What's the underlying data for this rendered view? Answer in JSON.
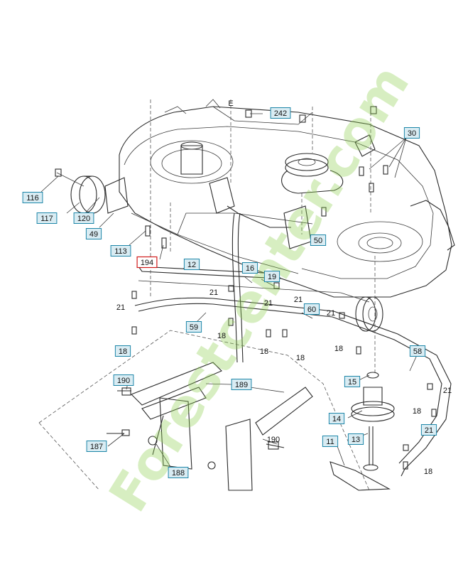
{
  "parts": [
    {
      "id": "p116",
      "text": "116",
      "boxed": true
    },
    {
      "id": "p117",
      "text": "117",
      "boxed": true
    },
    {
      "id": "p120",
      "text": "120",
      "boxed": true
    },
    {
      "id": "p49",
      "text": "49",
      "boxed": true
    },
    {
      "id": "p113",
      "text": "113",
      "boxed": true
    },
    {
      "id": "p194",
      "text": "194",
      "boxed": true,
      "highlight": true
    },
    {
      "id": "p12",
      "text": "12",
      "boxed": true
    },
    {
      "id": "p16",
      "text": "16",
      "boxed": true
    },
    {
      "id": "p19",
      "text": "19",
      "boxed": true
    },
    {
      "id": "p21a",
      "text": "21",
      "boxed": false
    },
    {
      "id": "p21b",
      "text": "21",
      "boxed": false
    },
    {
      "id": "p21c",
      "text": "21",
      "boxed": false
    },
    {
      "id": "p21d",
      "text": "21",
      "boxed": false
    },
    {
      "id": "p21e",
      "text": "21",
      "boxed": false
    },
    {
      "id": "p21f",
      "text": "21",
      "boxed": false
    },
    {
      "id": "p21g",
      "text": "21",
      "boxed": true
    },
    {
      "id": "p59",
      "text": "59",
      "boxed": true
    },
    {
      "id": "p60",
      "text": "60",
      "boxed": true
    },
    {
      "id": "p18a",
      "text": "18",
      "boxed": false
    },
    {
      "id": "p18b",
      "text": "18",
      "boxed": true
    },
    {
      "id": "p18c",
      "text": "18",
      "boxed": false
    },
    {
      "id": "p18d",
      "text": "18",
      "boxed": false
    },
    {
      "id": "p18e",
      "text": "18",
      "boxed": false
    },
    {
      "id": "p18f",
      "text": "18",
      "boxed": false
    },
    {
      "id": "p18g",
      "text": "18",
      "boxed": false
    },
    {
      "id": "p242",
      "text": "242",
      "boxed": true
    },
    {
      "id": "p30",
      "text": "30",
      "boxed": true
    },
    {
      "id": "p50",
      "text": "50",
      "boxed": true
    },
    {
      "id": "p58",
      "text": "58",
      "boxed": true
    },
    {
      "id": "p15",
      "text": "15",
      "boxed": true
    },
    {
      "id": "p14",
      "text": "14",
      "boxed": true
    },
    {
      "id": "p13",
      "text": "13",
      "boxed": true
    },
    {
      "id": "p11",
      "text": "11",
      "boxed": true
    },
    {
      "id": "p190a",
      "text": "190",
      "boxed": true
    },
    {
      "id": "p190b",
      "text": "190",
      "boxed": false
    },
    {
      "id": "p189",
      "text": "189",
      "boxed": true
    },
    {
      "id": "p187",
      "text": "187",
      "boxed": true
    },
    {
      "id": "p188",
      "text": "188",
      "boxed": true
    },
    {
      "id": "pE",
      "text": "E",
      "boxed": false
    }
  ],
  "watermark": {
    "text": "Forestcenter.com",
    "colors": [
      "#8fd14f",
      "#f3c07a",
      "#c8c0b0"
    ]
  },
  "colors": {
    "box_fill": "#d9ecf3",
    "box_stroke": "#1d86a8",
    "highlight_stroke": "#d11a1a"
  }
}
